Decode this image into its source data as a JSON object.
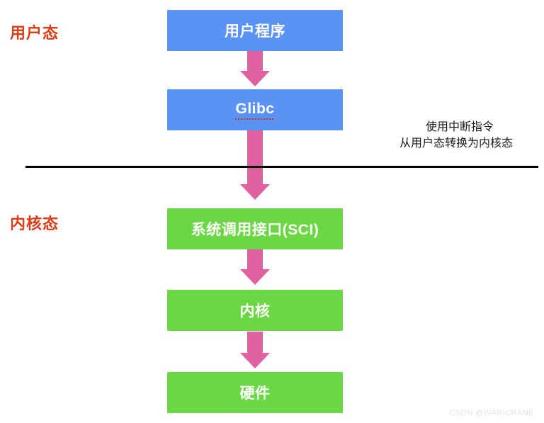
{
  "diagram": {
    "title_labels": {
      "user_mode": "用户态",
      "kernel_mode": "内核态"
    },
    "label_color": "#d93c17",
    "divider": {
      "color": "#000000",
      "meaning": "user-mode / kernel-mode boundary"
    },
    "boxes": [
      {
        "id": "user-program",
        "label": "用户程序",
        "fill": "#5b92f5",
        "layer": "user",
        "spellcheck_underline": false
      },
      {
        "id": "glibc",
        "label": "Glibc",
        "fill": "#5b92f5",
        "layer": "user",
        "spellcheck_underline": true
      },
      {
        "id": "system-call-interface",
        "label": "系统调用接口(SCI)",
        "fill": "#6bd744",
        "layer": "kernel",
        "spellcheck_underline": false
      },
      {
        "id": "kernel",
        "label": "内核",
        "fill": "#6bd744",
        "layer": "kernel",
        "spellcheck_underline": false
      },
      {
        "id": "hardware",
        "label": "硬件",
        "fill": "#6bd744",
        "layer": "kernel",
        "spellcheck_underline": false
      }
    ],
    "arrows": [
      {
        "id": "arrow-user-program-to-glibc",
        "from": "user-program",
        "to": "glibc",
        "color": "#e0619f",
        "direction": "down"
      },
      {
        "id": "arrow-glibc-to-sci",
        "from": "glibc",
        "to": "system-call-interface",
        "color": "#e0619f",
        "direction": "down",
        "crosses_divider": true
      },
      {
        "id": "arrow-sci-to-kernel",
        "from": "system-call-interface",
        "to": "kernel",
        "color": "#e0619f",
        "direction": "down"
      },
      {
        "id": "arrow-kernel-to-hardware",
        "from": "kernel",
        "to": "hardware",
        "color": "#e0619f",
        "direction": "down"
      }
    ],
    "annotation": {
      "line1": "使用中断指令",
      "line2": "从用户态转换为内核态"
    },
    "watermark": "CSDN @WAR|CRANE"
  }
}
